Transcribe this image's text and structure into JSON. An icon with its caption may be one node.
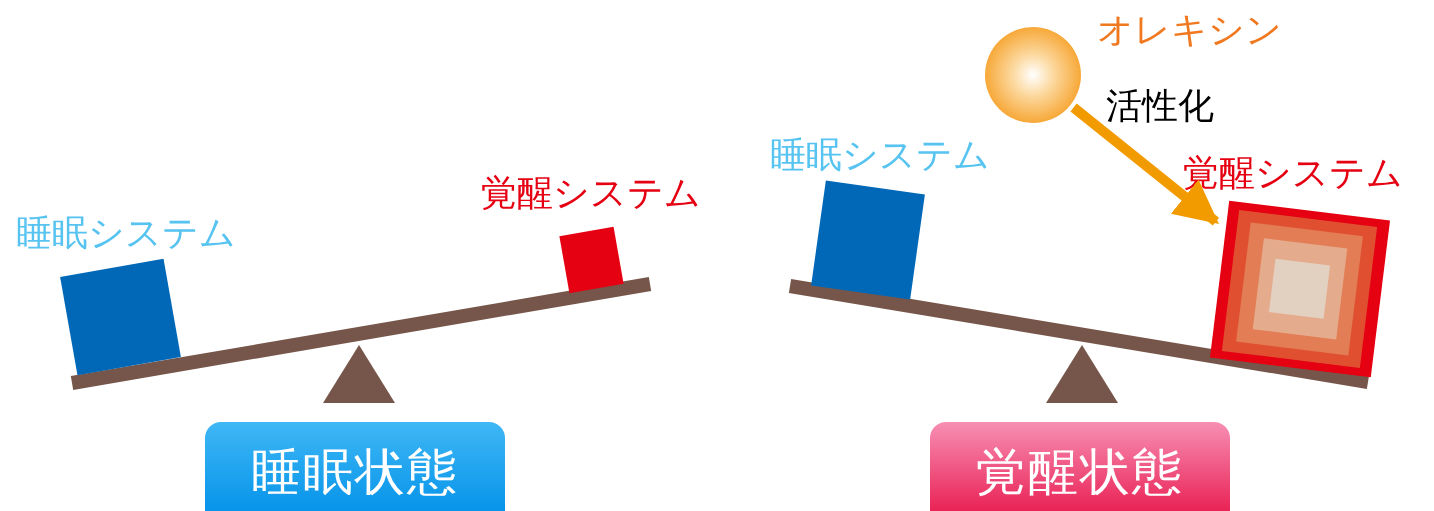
{
  "diagram": {
    "nodes": [
      {
        "text": [
          "睡眠システム"
        ]
      },
      {
        "text": [
          "覚醒システム"
        ]
      },
      {
        "text": [
          "睡眠状態"
        ]
      },
      {
        "text": [
          "オレキシン"
        ]
      },
      {
        "text": [
          "睡眠システム"
        ]
      },
      {
        "text": [
          "覚醒システム"
        ]
      },
      {
        "text": [
          "覚醒状態"
        ]
      }
    ],
    "edges": [
      {
        "from": 3,
        "to": 5,
        "arrow": "to",
        "label": "活性化",
        "color": "#f29b00"
      }
    ]
  }
}
